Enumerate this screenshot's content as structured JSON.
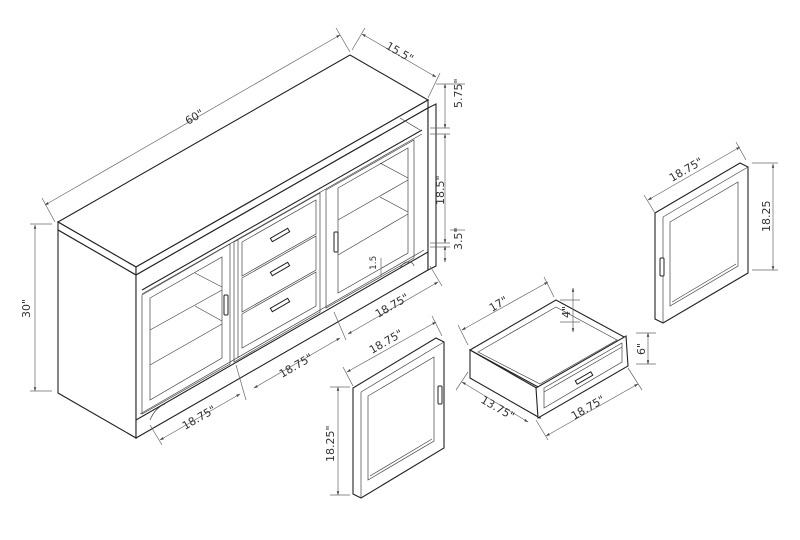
{
  "figure": {
    "title": "TV stand console dimension diagram",
    "colors": {
      "line": "#222222",
      "dimension_line": "#666666",
      "background": "#ffffff",
      "text": "#333333"
    }
  },
  "cabinet": {
    "width_label": "60\"",
    "depth_label": "15.5\"",
    "height_label": "30\"",
    "top_opening_label": "5.75\"",
    "interior_height_label": "18.5\"",
    "base_label": "3.5\"",
    "kick_label": "1.5",
    "section_widths": [
      "18.75\"",
      "18.75\"",
      "18.75\""
    ],
    "components": [
      "left-glass-door",
      "three-drawers",
      "right-glass-door",
      "top-open-shelf"
    ]
  },
  "door_right": {
    "width_label": "18.75\"",
    "height_label": "18.25"
  },
  "door_left": {
    "width_label": "18.75\"",
    "height_label": "18.25\""
  },
  "drawer": {
    "depth_label": "17\"",
    "interior_height_label": "4\"",
    "front_height_label": "6\"",
    "side_label": "13.75\"",
    "front_width_label": "18.75\""
  }
}
